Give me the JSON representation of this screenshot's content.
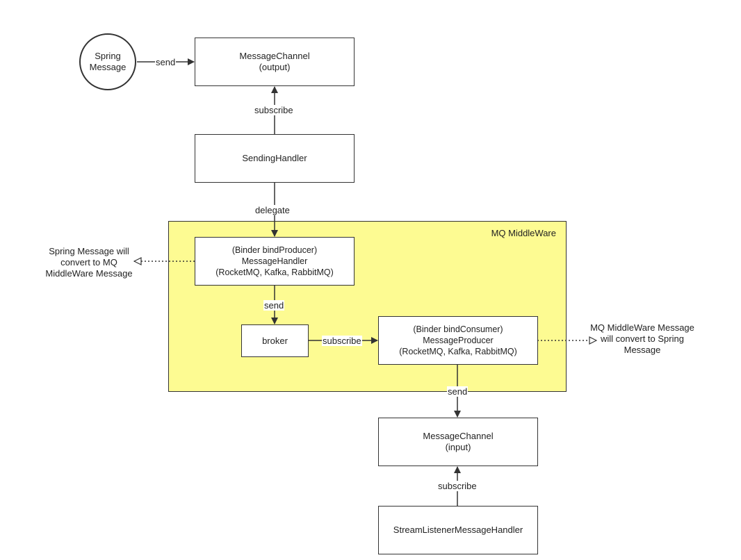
{
  "nodes": {
    "spring_message": [
      "Spring",
      "Message"
    ],
    "channel_output": [
      "MessageChannel",
      "(output)"
    ],
    "sending_handler": [
      "SendingHandler"
    ],
    "message_handler": [
      "(Binder bindProducer)",
      "MessageHandler",
      "(RocketMQ, Kafka, RabbitMQ)"
    ],
    "broker": [
      "broker"
    ],
    "message_producer": [
      "(Binder bindConsumer)",
      "MessageProducer",
      "(RocketMQ, Kafka, RabbitMQ)"
    ],
    "channel_input": [
      "MessageChannel",
      "(input)"
    ],
    "stream_listener": [
      "StreamListenerMessageHandler"
    ]
  },
  "region": {
    "title": "MQ MiddleWare"
  },
  "edges": {
    "send_1": "send",
    "subscribe_1": "subscribe",
    "delegate": "delegate",
    "send_2": "send",
    "subscribe_2": "subscribe",
    "send_3": "send",
    "subscribe_3": "subscribe"
  },
  "notes": {
    "left": [
      "Spring Message will",
      "convert to MQ",
      "MiddleWare Message"
    ],
    "right": [
      "MQ MiddleWare Message",
      "will convert to Spring",
      "Message"
    ]
  }
}
